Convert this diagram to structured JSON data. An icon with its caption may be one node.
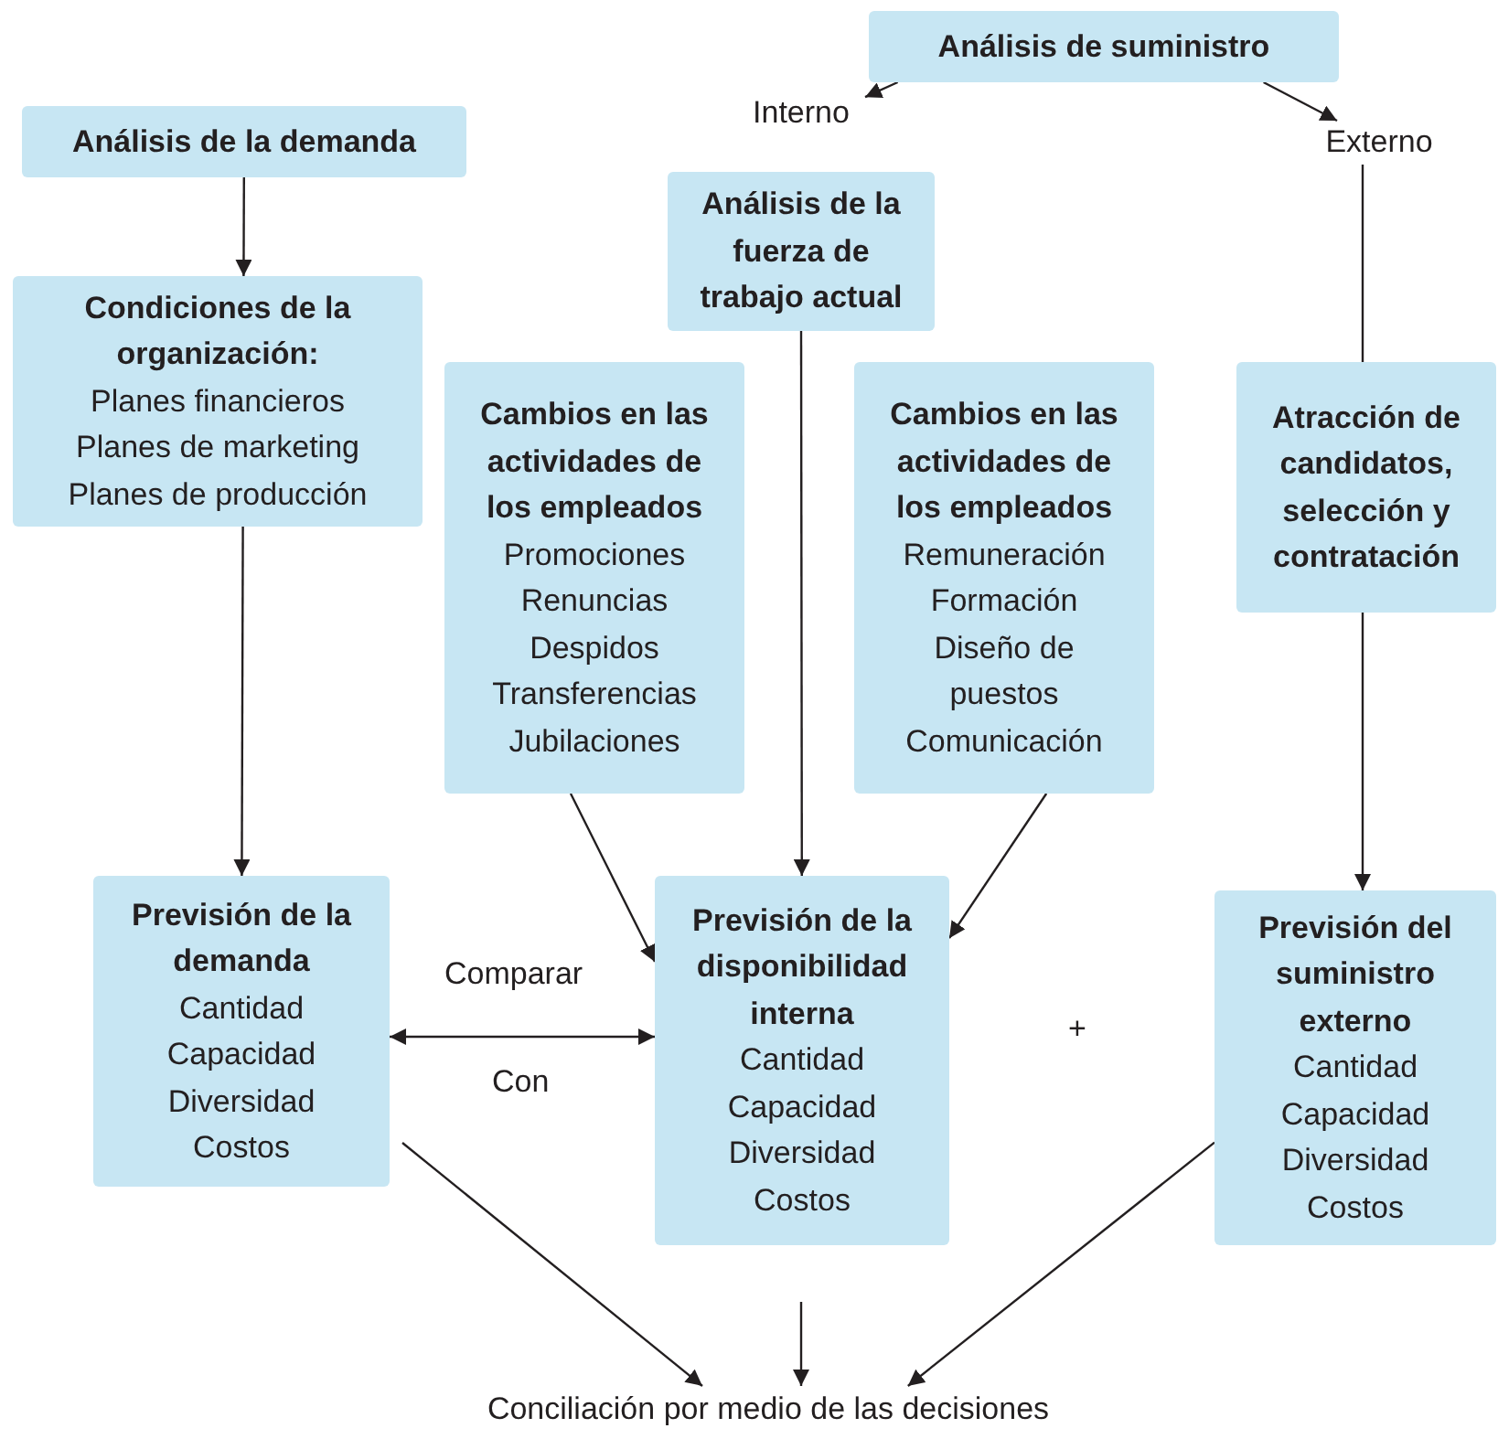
{
  "diagram": {
    "nodes": [
      {
        "text": [
          "Análisis de suministro"
        ]
      },
      {
        "text": [
          "Interno"
        ]
      },
      {
        "text": [
          "Externo"
        ]
      },
      {
        "text": [
          "Análisis de la demanda"
        ]
      },
      {
        "text": [
          "Análisis de la fuerza de trabajo actual"
        ]
      },
      {
        "text": [
          "Condiciones de la organización:",
          "Planes financieros",
          "Planes de marketing",
          "Planes de producción"
        ]
      },
      {
        "text": [
          "Cambios en las actividades de los empleados",
          "Promociones",
          "Renuncias",
          "Despidos",
          "Transferencias",
          "Jubilaciones"
        ]
      },
      {
        "text": [
          "Cambios en las actividades de los empleados",
          "Remuneración",
          "Formación",
          "Diseño de puestos",
          "Comunicación"
        ]
      },
      {
        "text": [
          "Atracción de candidatos, selección y contratación"
        ]
      },
      {
        "text": [
          "Previsión de la demanda",
          "Cantidad",
          "Capacidad",
          "Diversidad",
          "Costos"
        ]
      },
      {
        "text": [
          "Previsión de la disponibilidad interna",
          "Cantidad",
          "Capacidad",
          "Diversidad",
          "Costos"
        ]
      },
      {
        "text": [
          "Previsión del suministro externo",
          "Cantidad",
          "Capacidad",
          "Diversidad",
          "Costos"
        ]
      },
      {
        "text": [
          "Conciliación por medio de las decisiones"
        ]
      }
    ],
    "edges": [
      {
        "from": 0,
        "to": 1,
        "arrow": "to"
      },
      {
        "from": 0,
        "to": 2,
        "arrow": "to"
      },
      {
        "from": 3,
        "to": 5,
        "arrow": "to"
      },
      {
        "from": 2,
        "to": 8,
        "arrow": "none"
      },
      {
        "from": 4,
        "to": 10,
        "arrow": "to"
      },
      {
        "from": 5,
        "to": 9,
        "arrow": "to"
      },
      {
        "from": 6,
        "to": 10,
        "arrow": "to"
      },
      {
        "from": 7,
        "to": 10,
        "arrow": "to"
      },
      {
        "from": 8,
        "to": 11,
        "arrow": "to"
      },
      {
        "from": 9,
        "to": 10,
        "arrow": "both"
      },
      {
        "from": 9,
        "to": 12,
        "arrow": "to"
      },
      {
        "from": 11,
        "to": 12,
        "arrow": "to"
      },
      {
        "from": null,
        "to": 12,
        "arrow": "to"
      }
    ],
    "labels": [
      "Comparar",
      "Con",
      "+"
    ]
  }
}
